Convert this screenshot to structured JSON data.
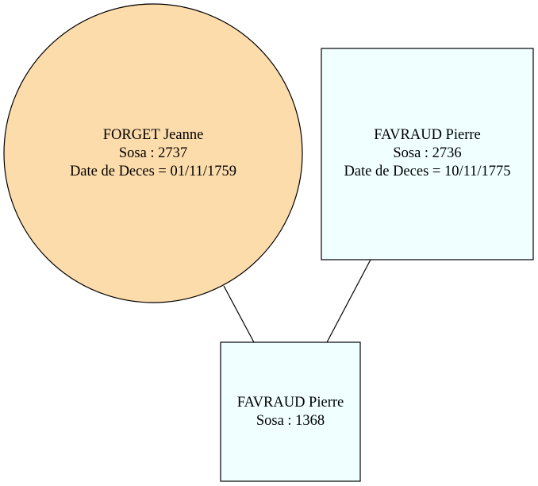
{
  "diagram": {
    "nodes": [
      {
        "id": "forget-jeanne",
        "shape": "circle",
        "fill": "#fddcab",
        "lines": [
          "FORGET Jeanne",
          "Sosa : 2737",
          "Date de Deces = 01/11/1759"
        ]
      },
      {
        "id": "favraud-pierre-2736",
        "shape": "box",
        "fill": "#f0ffff",
        "lines": [
          "FAVRAUD Pierre",
          "Sosa : 2736",
          "Date de Deces = 10/11/1775"
        ]
      },
      {
        "id": "favraud-pierre-1368",
        "shape": "box",
        "fill": "#f0ffff",
        "lines": [
          "FAVRAUD Pierre",
          "Sosa : 1368"
        ]
      }
    ],
    "edges": [
      {
        "from": "forget-jeanne",
        "to": "favraud-pierre-1368"
      },
      {
        "from": "favraud-pierre-2736",
        "to": "favraud-pierre-1368"
      }
    ]
  }
}
